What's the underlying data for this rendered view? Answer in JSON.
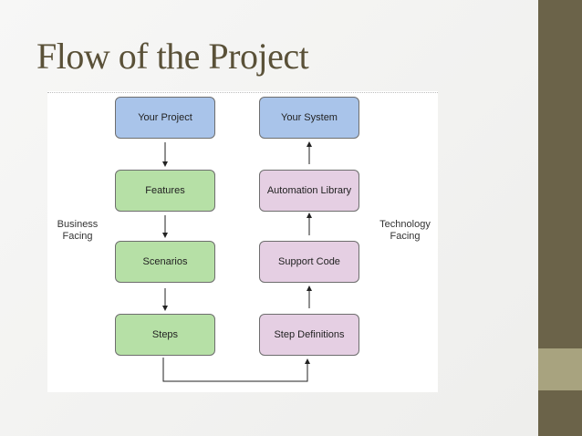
{
  "slide": {
    "title": "Flow of the Project"
  },
  "diagram": {
    "left_column": [
      "Your Project",
      "Features",
      "Scenarios",
      "Steps"
    ],
    "right_column": [
      "Your System",
      "Automation Library",
      "Support Code",
      "Step Definitions"
    ],
    "left_label": [
      "Business",
      "Facing"
    ],
    "right_label": [
      "Technology",
      "Facing"
    ]
  },
  "colors": {
    "sidebar": "#6b6349",
    "sidebar_accent": "#a8a37f",
    "title": "#5a5138",
    "blue_box": "#a9c4ea",
    "green_box": "#b6e0a6",
    "pink_box": "#e5cfe3"
  }
}
